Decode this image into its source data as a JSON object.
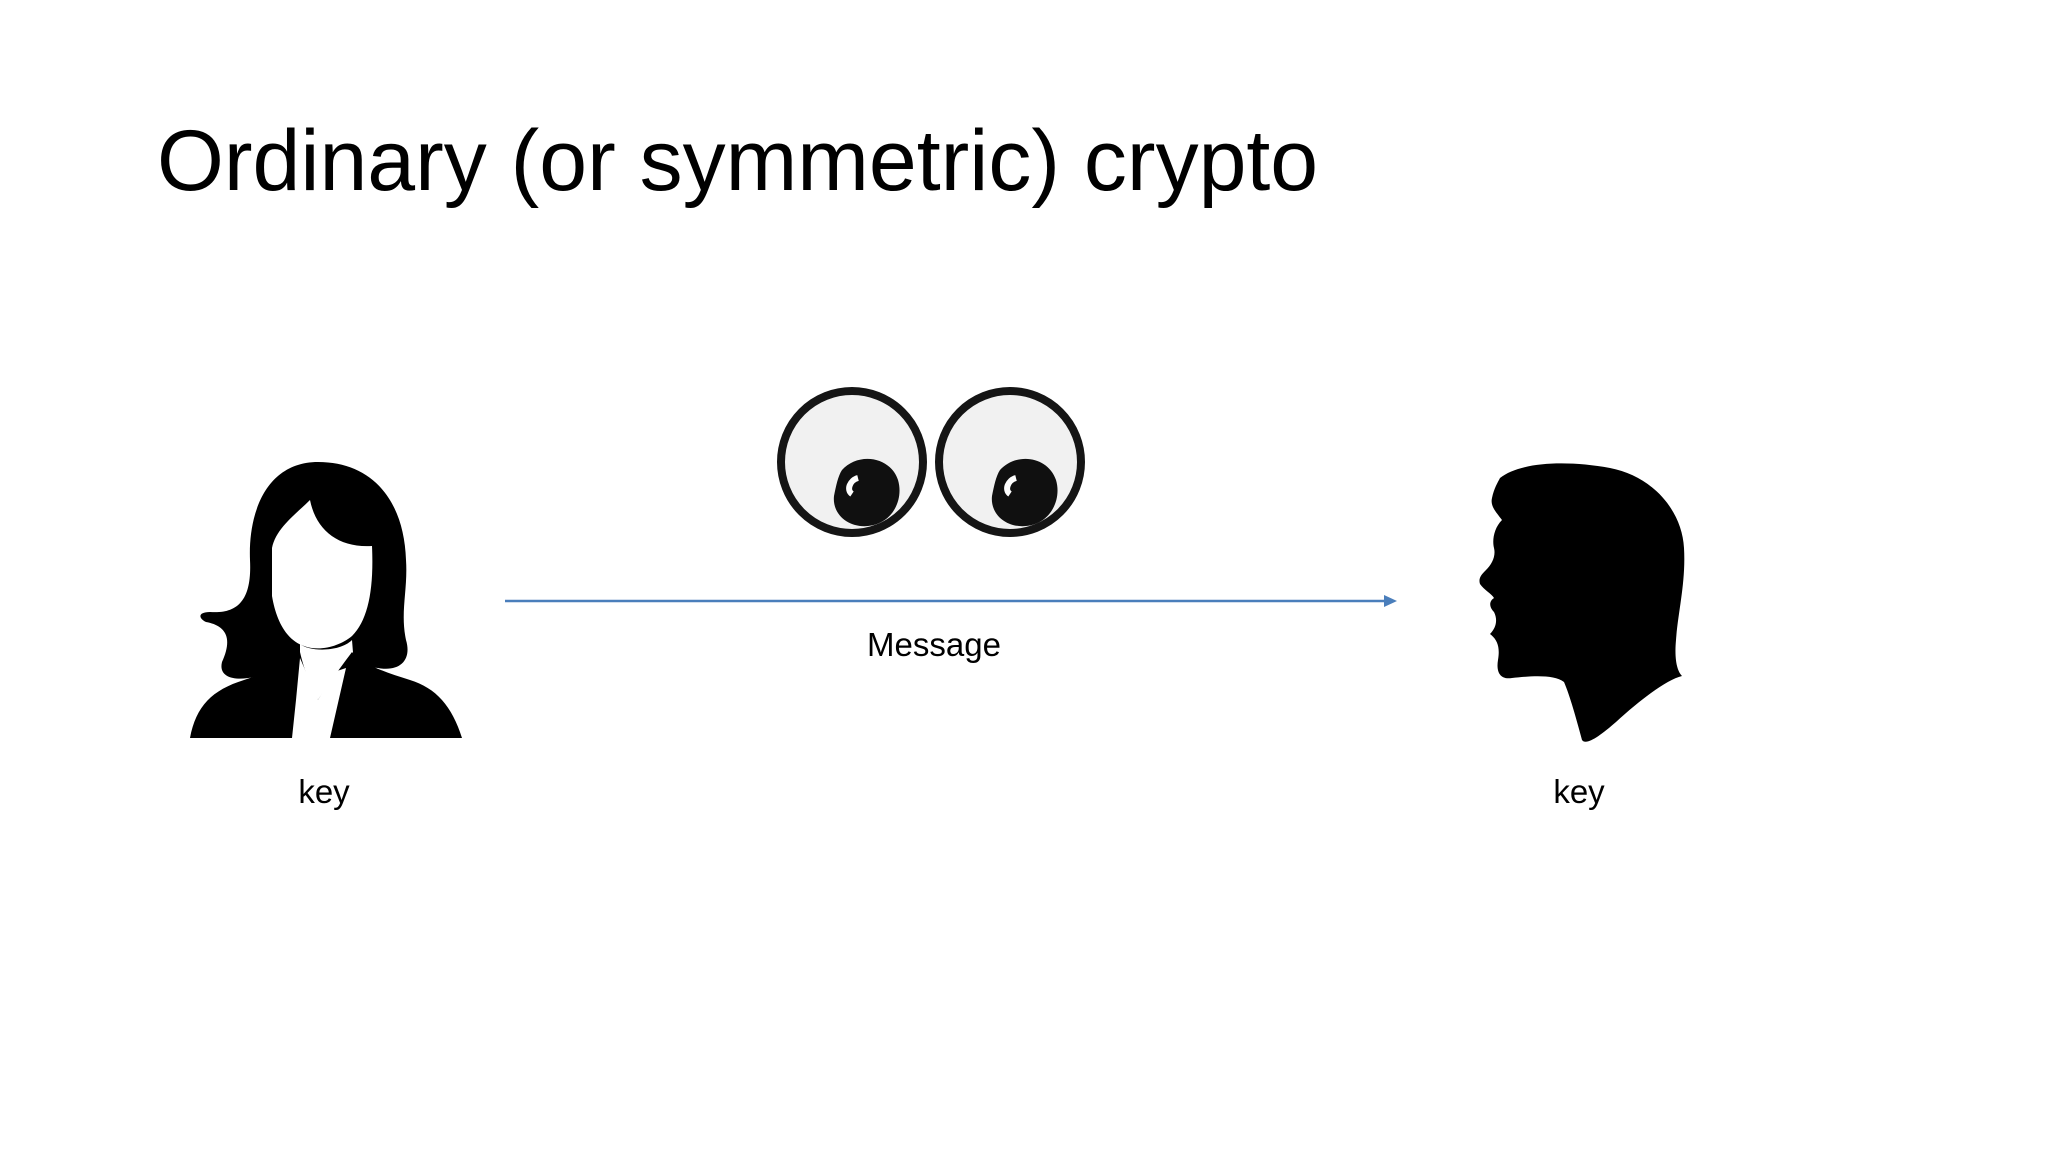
{
  "slide": {
    "title": "Ordinary (or symmetric) crypto"
  },
  "diagram": {
    "sender": {
      "icon": "woman-silhouette-icon",
      "key_label": "key"
    },
    "receiver": {
      "icon": "man-profile-silhouette-icon",
      "key_label": "key"
    },
    "channel": {
      "label": "Message",
      "arrow_color": "#4a7ebb"
    },
    "eavesdropper": {
      "icon": "googly-eyes-icon"
    }
  }
}
